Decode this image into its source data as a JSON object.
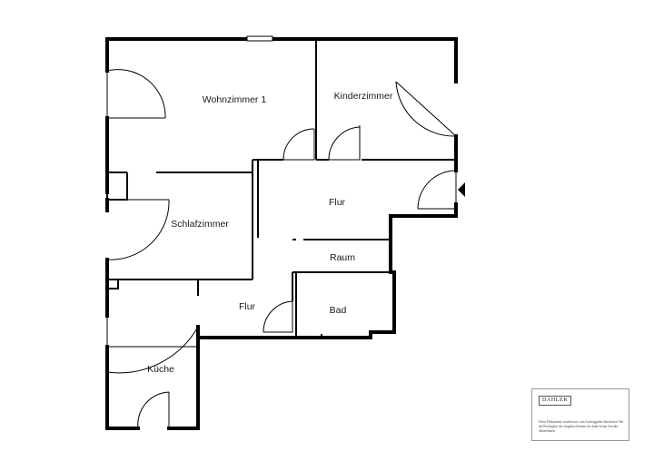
{
  "rooms": {
    "wohnzimmer": "Wohnzimmer 1",
    "kinderzimmer": "Kinderzimmer",
    "flur_oben": "Flur",
    "schlafzimmer": "Schlafzimmer",
    "raum": "Raum",
    "flur_unten": "Flur",
    "bad": "Bad",
    "kueche": "Küche"
  },
  "stamp": {
    "logo": "DAHLER",
    "disclaimer": "Diese Dokumente wurden uns vom Auftraggeber überlassen. Für die Richtigkeit der Angaben können wir daher keine Gewähr übernehmen."
  },
  "icons": {
    "entrance": "entrance-arrow-icon"
  }
}
